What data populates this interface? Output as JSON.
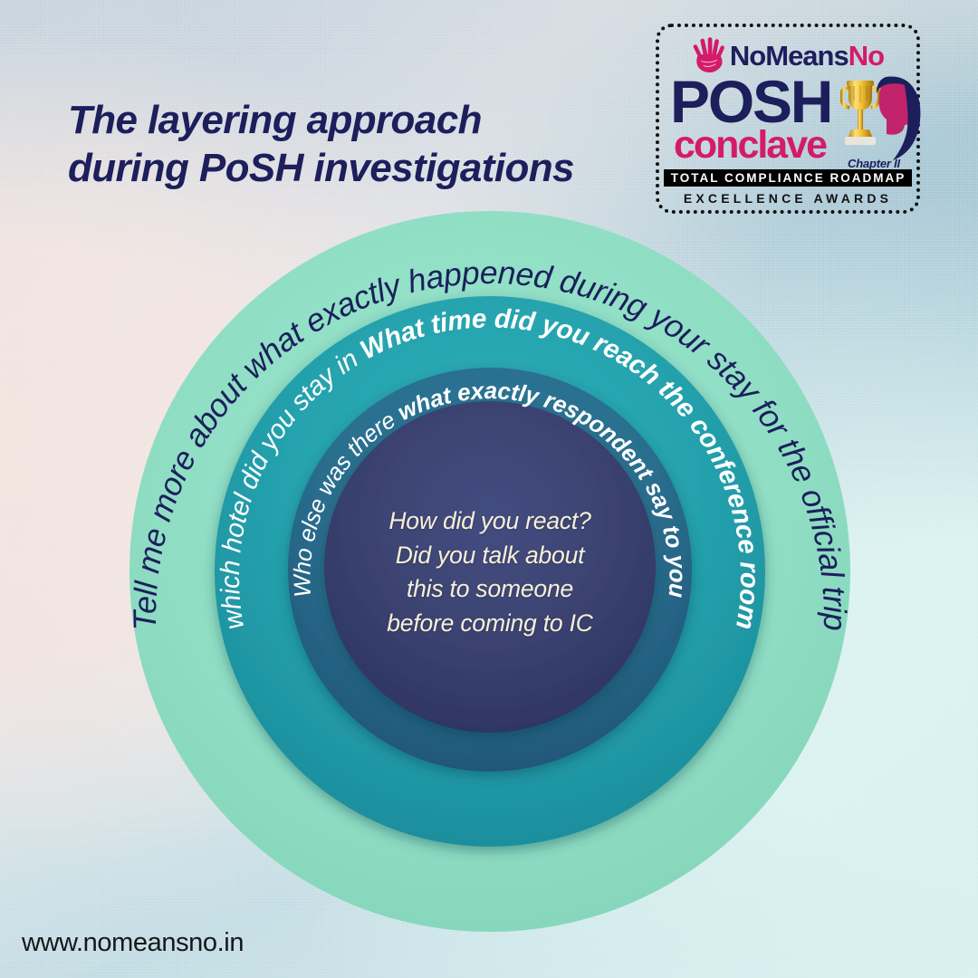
{
  "page": {
    "title_line1": "The layering approach",
    "title_line2": "during PoSH investigations",
    "footer_url": "www.nomeansno.in",
    "background_note": "textured gradient wash",
    "colors": {
      "title": "#1C1F5C",
      "brand_navy": "#1C1F5C",
      "brand_pink": "#D41B6A",
      "ring_outer": "#8FDEC4",
      "ring_second": "#26A3AE",
      "ring_third": "#2A6E8E",
      "ring_center": "#39416F",
      "center_text": "#F7F0D8",
      "footer": "#15171A"
    }
  },
  "logo": {
    "hand_icon": "hand-print-icon",
    "trophy_icon": "trophy-icon",
    "face_icon": "woman-face-silhouette-icon",
    "name_part1": "NoMeans",
    "name_part2": "No",
    "posh": "POSH",
    "conclave": "conclave",
    "chapter": "Chapter II",
    "roadmap_bar": "TOTAL COMPLIANCE ROADMAP",
    "awards": "EXCELLENCE AWARDS"
  },
  "chart_data": {
    "type": "concentric-rings",
    "title": "The layering approach during PoSH investigations",
    "description": "Four concentric rings showing layered questioning progressing from broad outer questions to the specific core question.",
    "rings": [
      {
        "level": 1,
        "name": "outer-ring",
        "fill": "#8FDEC4",
        "text_color": "#1C1F5C",
        "radius_px": 398,
        "segments": [
          {
            "text": "Tell me more about what exactly happened during your stay for the official trip",
            "weight": "normal"
          }
        ]
      },
      {
        "level": 2,
        "name": "second-ring",
        "fill": "#26A3AE",
        "text_color": "#FFFFFF",
        "radius_px": 304,
        "segments": [
          {
            "text": "which hotel did you stay in ",
            "weight": "normal"
          },
          {
            "text": "What time did you reach the conference room",
            "weight": "bold"
          }
        ]
      },
      {
        "level": 3,
        "name": "third-ring",
        "fill": "#2A6E8E",
        "text_color": "#FFFFFF",
        "radius_px": 223,
        "segments": [
          {
            "text": "Who else was there ",
            "weight": "normal"
          },
          {
            "text": "what exactly respondent say to you",
            "weight": "bold"
          }
        ]
      },
      {
        "level": 4,
        "name": "center-circle",
        "fill": "#39416F",
        "text_color": "#F7F0D8",
        "radius_px": 183,
        "lines": [
          "How did you react?",
          "Did you talk about",
          "this to someone",
          "before coming to IC"
        ]
      }
    ]
  }
}
